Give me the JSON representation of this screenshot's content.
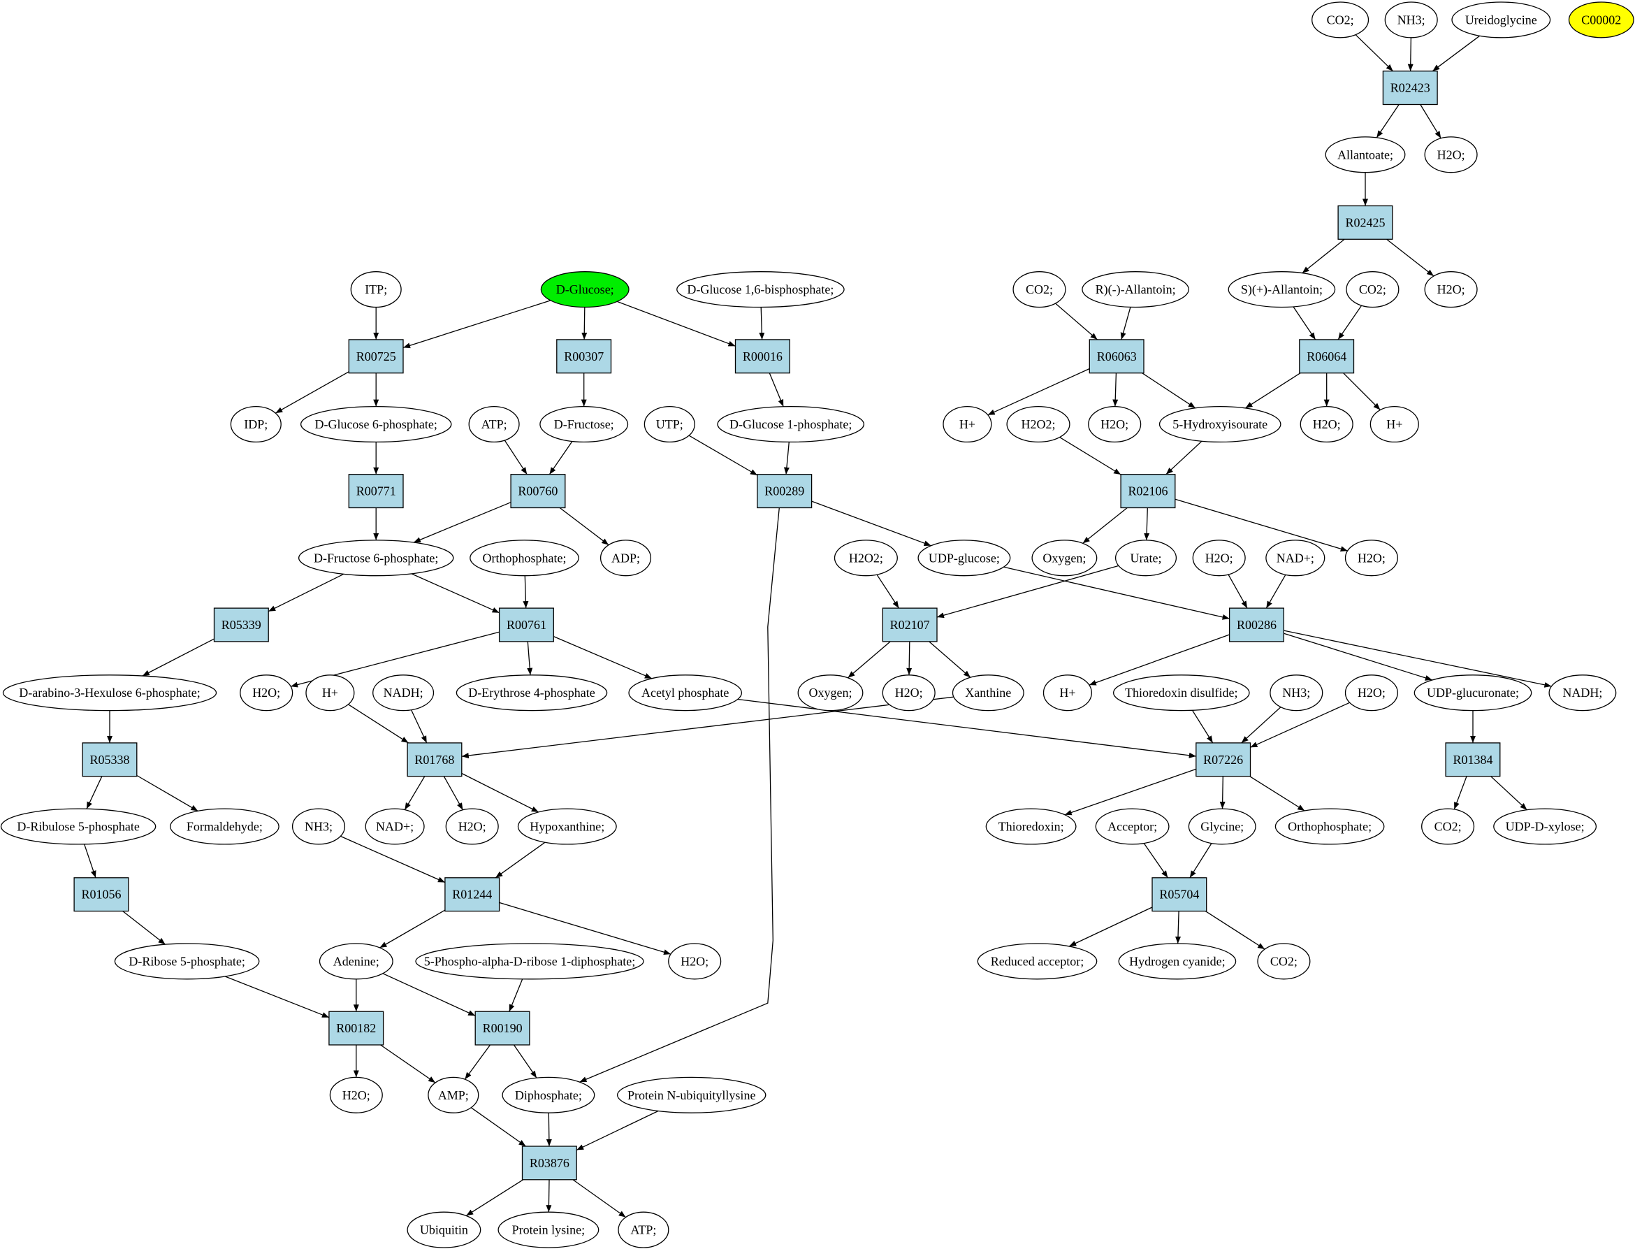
{
  "colors": {
    "reaction_fill": "#add8e6",
    "compound_fill": "#ffffff",
    "highlight_green": "#00ee00",
    "highlight_yellow": "#ffff00"
  },
  "nodes": [
    {
      "id": "c_co2_a",
      "label": "CO2;",
      "kind": "compound"
    },
    {
      "id": "c_nh3_a",
      "label": "NH3;",
      "kind": "compound"
    },
    {
      "id": "c_ureido",
      "label": "Ureidoglycine",
      "kind": "compound"
    },
    {
      "id": "c_c00002",
      "label": "C00002",
      "kind": "compound",
      "color": "#ffff00"
    },
    {
      "id": "R02423",
      "label": "R02423",
      "kind": "reaction"
    },
    {
      "id": "c_allantoate",
      "label": "Allantoate;",
      "kind": "compound"
    },
    {
      "id": "c_h2o_a",
      "label": "H2O;",
      "kind": "compound"
    },
    {
      "id": "R02425",
      "label": "R02425",
      "kind": "reaction"
    },
    {
      "id": "c_s_allantoin",
      "label": "S)(+)-Allantoin;",
      "kind": "compound"
    },
    {
      "id": "c_h2o_b",
      "label": "H2O;",
      "kind": "compound"
    },
    {
      "id": "c_co2_b",
      "label": "CO2;",
      "kind": "compound"
    },
    {
      "id": "c_r_allantoin",
      "label": "R)(-)-Allantoin;",
      "kind": "compound"
    },
    {
      "id": "c_co2_c",
      "label": "CO2;",
      "kind": "compound"
    },
    {
      "id": "R06063",
      "label": "R06063",
      "kind": "reaction"
    },
    {
      "id": "R06064",
      "label": "R06064",
      "kind": "reaction"
    },
    {
      "id": "c_hplus_a",
      "label": "H+",
      "kind": "compound"
    },
    {
      "id": "c_h2o_c",
      "label": "H2O;",
      "kind": "compound"
    },
    {
      "id": "c_5hydroxy",
      "label": "5-Hydroxyisourate",
      "kind": "compound"
    },
    {
      "id": "c_h2o_d",
      "label": "H2O;",
      "kind": "compound"
    },
    {
      "id": "c_hplus_b",
      "label": "H+",
      "kind": "compound"
    },
    {
      "id": "c_h2o2_a",
      "label": "H2O2;",
      "kind": "compound"
    },
    {
      "id": "R02106",
      "label": "R02106",
      "kind": "reaction"
    },
    {
      "id": "c_oxygen_a",
      "label": "Oxygen;",
      "kind": "compound"
    },
    {
      "id": "c_urate",
      "label": "Urate;",
      "kind": "compound"
    },
    {
      "id": "c_h2o_e",
      "label": "H2O;",
      "kind": "compound"
    },
    {
      "id": "c_itp",
      "label": "ITP;",
      "kind": "compound"
    },
    {
      "id": "c_dglucose",
      "label": "D-Glucose;",
      "kind": "compound",
      "color": "#00ee00"
    },
    {
      "id": "c_dg16bp",
      "label": "D-Glucose 1,6-bisphosphate;",
      "kind": "compound"
    },
    {
      "id": "R00725",
      "label": "R00725",
      "kind": "reaction"
    },
    {
      "id": "R00307",
      "label": "R00307",
      "kind": "reaction"
    },
    {
      "id": "R00016",
      "label": "R00016",
      "kind": "reaction"
    },
    {
      "id": "c_idp",
      "label": "IDP;",
      "kind": "compound"
    },
    {
      "id": "c_dg6p",
      "label": "D-Glucose 6-phosphate;",
      "kind": "compound"
    },
    {
      "id": "c_atp_a",
      "label": "ATP;",
      "kind": "compound"
    },
    {
      "id": "c_dfructose",
      "label": "D-Fructose;",
      "kind": "compound"
    },
    {
      "id": "c_utp",
      "label": "UTP;",
      "kind": "compound"
    },
    {
      "id": "c_dg1p",
      "label": "D-Glucose 1-phosphate;",
      "kind": "compound"
    },
    {
      "id": "R00771",
      "label": "R00771",
      "kind": "reaction"
    },
    {
      "id": "R00760",
      "label": "R00760",
      "kind": "reaction"
    },
    {
      "id": "R00289",
      "label": "R00289",
      "kind": "reaction"
    },
    {
      "id": "c_df6p",
      "label": "D-Fructose 6-phosphate;",
      "kind": "compound"
    },
    {
      "id": "c_orthophos_a",
      "label": "Orthophosphate;",
      "kind": "compound"
    },
    {
      "id": "c_adp",
      "label": "ADP;",
      "kind": "compound"
    },
    {
      "id": "c_h2o2_b",
      "label": "H2O2;",
      "kind": "compound"
    },
    {
      "id": "c_udpglucose",
      "label": "UDP-glucose;",
      "kind": "compound"
    },
    {
      "id": "c_h2o_f",
      "label": "H2O;",
      "kind": "compound"
    },
    {
      "id": "c_nadplus_a",
      "label": "NAD+;",
      "kind": "compound"
    },
    {
      "id": "R05339",
      "label": "R05339",
      "kind": "reaction"
    },
    {
      "id": "R00761",
      "label": "R00761",
      "kind": "reaction"
    },
    {
      "id": "R02107",
      "label": "R02107",
      "kind": "reaction"
    },
    {
      "id": "R00286",
      "label": "R00286",
      "kind": "reaction"
    },
    {
      "id": "c_darabino",
      "label": "D-arabino-3-Hexulose 6-phosphate;",
      "kind": "compound"
    },
    {
      "id": "c_h2o_g",
      "label": "H2O;",
      "kind": "compound"
    },
    {
      "id": "c_hplus_c",
      "label": "H+",
      "kind": "compound"
    },
    {
      "id": "c_nadh_a",
      "label": "NADH;",
      "kind": "compound"
    },
    {
      "id": "c_de4p",
      "label": "D-Erythrose 4-phosphate",
      "kind": "compound"
    },
    {
      "id": "c_acetylp",
      "label": "Acetyl phosphate",
      "kind": "compound"
    },
    {
      "id": "c_oxygen_b",
      "label": "Oxygen;",
      "kind": "compound"
    },
    {
      "id": "c_h2o_h",
      "label": "H2O;",
      "kind": "compound"
    },
    {
      "id": "c_xanthine",
      "label": "Xanthine",
      "kind": "compound"
    },
    {
      "id": "c_hplus_d",
      "label": "H+",
      "kind": "compound"
    },
    {
      "id": "c_thiored_dis",
      "label": "Thioredoxin disulfide;",
      "kind": "compound"
    },
    {
      "id": "c_nh3_b",
      "label": "NH3;",
      "kind": "compound"
    },
    {
      "id": "c_h2o_i",
      "label": "H2O;",
      "kind": "compound"
    },
    {
      "id": "c_udpglucuronate",
      "label": "UDP-glucuronate;",
      "kind": "compound"
    },
    {
      "id": "c_nadh_b",
      "label": "NADH;",
      "kind": "compound"
    },
    {
      "id": "R05338",
      "label": "R05338",
      "kind": "reaction"
    },
    {
      "id": "R01768",
      "label": "R01768",
      "kind": "reaction"
    },
    {
      "id": "R07226",
      "label": "R07226",
      "kind": "reaction"
    },
    {
      "id": "R01384",
      "label": "R01384",
      "kind": "reaction"
    },
    {
      "id": "c_dribulose5p",
      "label": "D-Ribulose 5-phosphate",
      "kind": "compound"
    },
    {
      "id": "c_formaldehyde",
      "label": "Formaldehyde;",
      "kind": "compound"
    },
    {
      "id": "c_nh3_c",
      "label": "NH3;",
      "kind": "compound"
    },
    {
      "id": "c_nadplus_b",
      "label": "NAD+;",
      "kind": "compound"
    },
    {
      "id": "c_h2o_j",
      "label": "H2O;",
      "kind": "compound"
    },
    {
      "id": "c_hypoxanthine",
      "label": "Hypoxanthine;",
      "kind": "compound"
    },
    {
      "id": "c_thioredoxin",
      "label": "Thioredoxin;",
      "kind": "compound"
    },
    {
      "id": "c_acceptor",
      "label": "Acceptor;",
      "kind": "compound"
    },
    {
      "id": "c_glycine",
      "label": "Glycine;",
      "kind": "compound"
    },
    {
      "id": "c_orthophos_b",
      "label": "Orthophosphate;",
      "kind": "compound"
    },
    {
      "id": "c_co2_d",
      "label": "CO2;",
      "kind": "compound"
    },
    {
      "id": "c_udpxylose",
      "label": "UDP-D-xylose;",
      "kind": "compound"
    },
    {
      "id": "R01056",
      "label": "R01056",
      "kind": "reaction"
    },
    {
      "id": "R01244",
      "label": "R01244",
      "kind": "reaction"
    },
    {
      "id": "R05704",
      "label": "R05704",
      "kind": "reaction"
    },
    {
      "id": "c_dribose5p",
      "label": "D-Ribose 5-phosphate;",
      "kind": "compound"
    },
    {
      "id": "c_adenine",
      "label": "Adenine;",
      "kind": "compound"
    },
    {
      "id": "c_prpp",
      "label": "5-Phospho-alpha-D-ribose 1-diphosphate;",
      "kind": "compound"
    },
    {
      "id": "c_h2o_k",
      "label": "H2O;",
      "kind": "compound"
    },
    {
      "id": "c_reduced_acc",
      "label": "Reduced acceptor;",
      "kind": "compound"
    },
    {
      "id": "c_hcn",
      "label": "Hydrogen cyanide;",
      "kind": "compound"
    },
    {
      "id": "c_co2_e",
      "label": "CO2;",
      "kind": "compound"
    },
    {
      "id": "R00182",
      "label": "R00182",
      "kind": "reaction"
    },
    {
      "id": "R00190",
      "label": "R00190",
      "kind": "reaction"
    },
    {
      "id": "c_h2o_l",
      "label": "H2O;",
      "kind": "compound"
    },
    {
      "id": "c_amp",
      "label": "AMP;",
      "kind": "compound"
    },
    {
      "id": "c_diphosphate",
      "label": "Diphosphate;",
      "kind": "compound"
    },
    {
      "id": "c_protein_ub",
      "label": "Protein N-ubiquityllysine",
      "kind": "compound"
    },
    {
      "id": "R03876",
      "label": "R03876",
      "kind": "reaction"
    },
    {
      "id": "c_ubiquitin",
      "label": "Ubiquitin",
      "kind": "compound"
    },
    {
      "id": "c_protein_lys",
      "label": "Protein lysine;",
      "kind": "compound"
    },
    {
      "id": "c_atp_b",
      "label": "ATP;",
      "kind": "compound"
    }
  ],
  "edges": [
    [
      "c_co2_a",
      "R02423"
    ],
    [
      "c_nh3_a",
      "R02423"
    ],
    [
      "c_ureido",
      "R02423"
    ],
    [
      "R02423",
      "c_allantoate"
    ],
    [
      "R02423",
      "c_h2o_a"
    ],
    [
      "c_allantoate",
      "R02425"
    ],
    [
      "R02425",
      "c_s_allantoin"
    ],
    [
      "R02425",
      "c_h2o_b"
    ],
    [
      "c_co2_c",
      "R06063"
    ],
    [
      "c_r_allantoin",
      "R06063"
    ],
    [
      "c_s_allantoin",
      "R06064"
    ],
    [
      "c_co2_b",
      "R06064"
    ],
    [
      "R06063",
      "c_hplus_a"
    ],
    [
      "R06063",
      "c_h2o_c"
    ],
    [
      "R06063",
      "c_5hydroxy"
    ],
    [
      "R06064",
      "c_5hydroxy"
    ],
    [
      "R06064",
      "c_h2o_d"
    ],
    [
      "R06064",
      "c_hplus_b"
    ],
    [
      "c_h2o2_a",
      "R02106"
    ],
    [
      "c_5hydroxy",
      "R02106"
    ],
    [
      "R02106",
      "c_oxygen_a"
    ],
    [
      "R02106",
      "c_urate"
    ],
    [
      "R02106",
      "c_h2o_e"
    ],
    [
      "c_itp",
      "R00725"
    ],
    [
      "c_dglucose",
      "R00725"
    ],
    [
      "c_dglucose",
      "R00307"
    ],
    [
      "c_dglucose",
      "R00016"
    ],
    [
      "c_dg16bp",
      "R00016"
    ],
    [
      "R00725",
      "c_idp"
    ],
    [
      "R00725",
      "c_dg6p"
    ],
    [
      "R00307",
      "c_dfructose"
    ],
    [
      "R00016",
      "c_dg1p"
    ],
    [
      "c_dg6p",
      "R00771"
    ],
    [
      "c_atp_a",
      "R00760"
    ],
    [
      "c_dfructose",
      "R00760"
    ],
    [
      "c_utp",
      "R00289"
    ],
    [
      "c_dg1p",
      "R00289"
    ],
    [
      "R00771",
      "c_df6p"
    ],
    [
      "R00760",
      "c_df6p"
    ],
    [
      "R00760",
      "c_adp"
    ],
    [
      "R00289",
      "c_udpglucose"
    ],
    [
      "R00289",
      "c_diphosphate",
      "long"
    ],
    [
      "c_df6p",
      "R05339"
    ],
    [
      "c_df6p",
      "R00761"
    ],
    [
      "c_orthophos_a",
      "R00761"
    ],
    [
      "c_h2o2_b",
      "R02107"
    ],
    [
      "c_urate",
      "R02107"
    ],
    [
      "c_udpglucose",
      "R00286"
    ],
    [
      "c_h2o_f",
      "R00286"
    ],
    [
      "c_nadplus_a",
      "R00286"
    ],
    [
      "R05339",
      "c_darabino"
    ],
    [
      "R00761",
      "c_h2o_g"
    ],
    [
      "R00761",
      "c_de4p"
    ],
    [
      "R00761",
      "c_acetylp"
    ],
    [
      "R02107",
      "c_oxygen_b"
    ],
    [
      "R02107",
      "c_h2o_h"
    ],
    [
      "R02107",
      "c_xanthine"
    ],
    [
      "R00286",
      "c_hplus_d"
    ],
    [
      "R00286",
      "c_udpglucuronate"
    ],
    [
      "R00286",
      "c_nadh_b"
    ],
    [
      "c_darabino",
      "R05338"
    ],
    [
      "c_hplus_c",
      "R01768"
    ],
    [
      "c_nadh_a",
      "R01768"
    ],
    [
      "c_xanthine",
      "R01768"
    ],
    [
      "c_acetylp",
      "R07226"
    ],
    [
      "c_thiored_dis",
      "R07226"
    ],
    [
      "c_nh3_b",
      "R07226"
    ],
    [
      "c_h2o_i",
      "R07226"
    ],
    [
      "c_udpglucuronate",
      "R01384"
    ],
    [
      "R05338",
      "c_dribulose5p"
    ],
    [
      "R05338",
      "c_formaldehyde"
    ],
    [
      "R01768",
      "c_nadplus_b"
    ],
    [
      "R01768",
      "c_h2o_j"
    ],
    [
      "R01768",
      "c_hypoxanthine"
    ],
    [
      "R07226",
      "c_thioredoxin"
    ],
    [
      "R07226",
      "c_glycine"
    ],
    [
      "R07226",
      "c_orthophos_b"
    ],
    [
      "R01384",
      "c_co2_d"
    ],
    [
      "R01384",
      "c_udpxylose"
    ],
    [
      "c_dribulose5p",
      "R01056"
    ],
    [
      "c_nh3_c",
      "R01244"
    ],
    [
      "c_hypoxanthine",
      "R01244"
    ],
    [
      "c_acceptor",
      "R05704"
    ],
    [
      "c_glycine",
      "R05704"
    ],
    [
      "R01056",
      "c_dribose5p"
    ],
    [
      "R01244",
      "c_adenine"
    ],
    [
      "R01244",
      "c_h2o_k"
    ],
    [
      "R05704",
      "c_reduced_acc"
    ],
    [
      "R05704",
      "c_hcn"
    ],
    [
      "R05704",
      "c_co2_e"
    ],
    [
      "c_dribose5p",
      "R00182"
    ],
    [
      "c_adenine",
      "R00182"
    ],
    [
      "c_adenine",
      "R00190"
    ],
    [
      "c_prpp",
      "R00190"
    ],
    [
      "R00182",
      "c_h2o_l"
    ],
    [
      "R00182",
      "c_amp"
    ],
    [
      "R00190",
      "c_amp"
    ],
    [
      "R00190",
      "c_diphosphate"
    ],
    [
      "c_amp",
      "R03876"
    ],
    [
      "c_diphosphate",
      "R03876"
    ],
    [
      "c_protein_ub",
      "R03876"
    ],
    [
      "R03876",
      "c_ubiquitin"
    ],
    [
      "R03876",
      "c_protein_lys"
    ],
    [
      "R03876",
      "c_atp_b"
    ]
  ]
}
